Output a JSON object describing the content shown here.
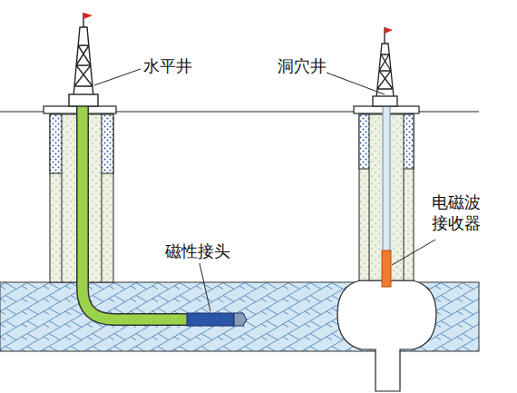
{
  "diagram": {
    "labels": [
      "水平井",
      "洞穴井",
      "电磁波 接收器",
      "磁性接头"
    ]
  }
}
